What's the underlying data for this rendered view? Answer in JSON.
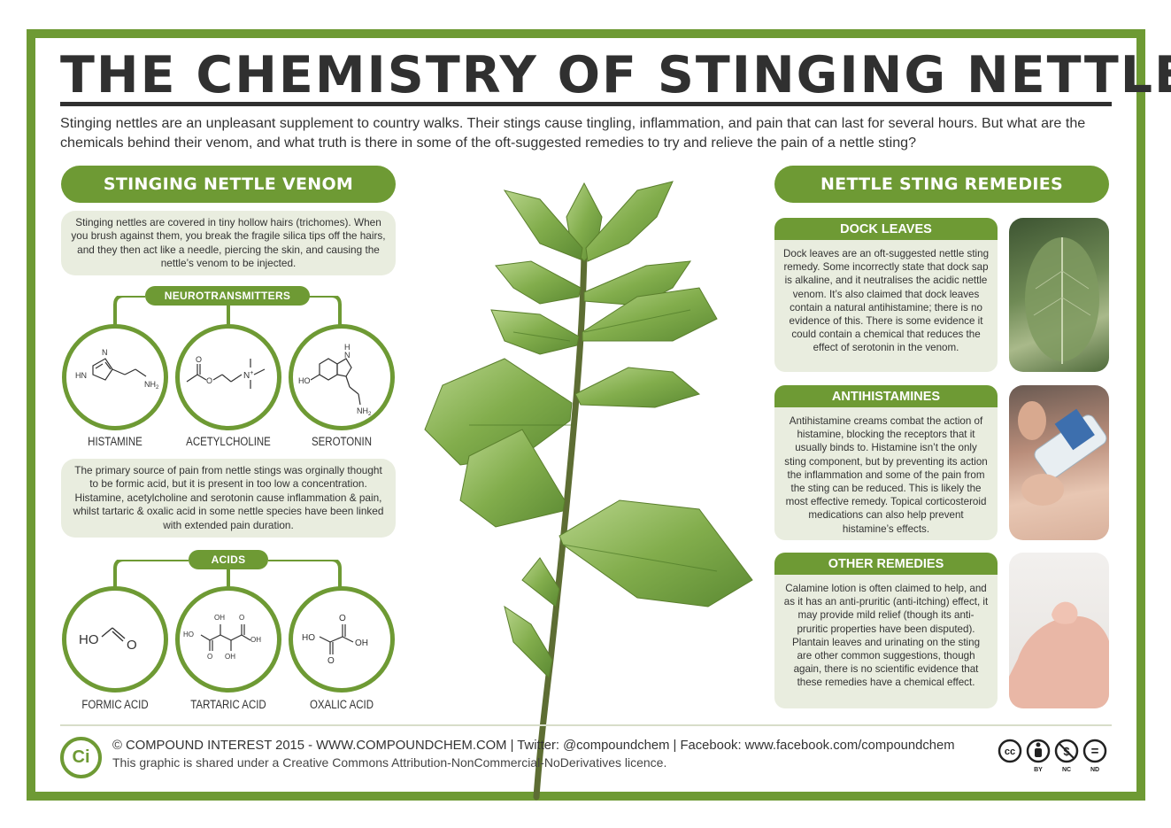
{
  "title": "THE CHEMISTRY OF STINGING NETTLES",
  "intro": "Stinging nettles are an unpleasant supplement to country walks. Their stings cause tingling, inflammation, and pain that can last for several hours. But what are the chemicals behind their venom, and what truth is there in some of the oft-suggested remedies to try and relieve the pain of a nettle sting?",
  "venom": {
    "header": "STINGING NETTLE VENOM",
    "box1": "Stinging nettles are covered in tiny hollow hairs (trichomes). When you brush against them, you break the fragile silica tips off the hairs, and they then act like a needle, piercing the skin, and causing the nettle’s venom to be injected.",
    "neurotransmitters_label": "NEUROTRANSMITTERS",
    "neurotransmitters": [
      "HISTAMINE",
      "ACETYLCHOLINE",
      "SEROTONIN"
    ],
    "box2": "The primary source of pain from nettle stings was orginally thought to be formic acid, but it is present in too low a concentration. Histamine, acetylcholine and serotonin cause inflammation & pain, whilst tartaric & oxalic acid in some nettle species have been linked with extended pain duration.",
    "acids_label": "ACIDS",
    "acids": [
      "FORMIC ACID",
      "TARTARIC ACID",
      "OXALIC ACID"
    ],
    "mol_text": {
      "histamine_h": "H",
      "histamine_hn": "N",
      "histamine_n": "N",
      "histamine_nh2": "NH",
      "sub2": "2",
      "ach_o": "O",
      "ach_n": "N",
      "ach_plus": "+",
      "ser_ho": "HO",
      "ser_h": "H",
      "ser_n": "N",
      "ser_nh2": "NH",
      "formic_ho": "HO",
      "formic_o": "O",
      "tart_ho": "HO",
      "tart_oh": "OH",
      "tart_o": "O",
      "ox_ho": "HO",
      "ox_oh": "OH",
      "ox_o": "O"
    }
  },
  "remedies": {
    "header": "NETTLE STING REMEDIES",
    "cards": [
      {
        "title": "DOCK LEAVES",
        "body": "Dock leaves are an oft-suggested nettle sting remedy. Some incorrectly state that dock sap is alkaline, and it neutralises the acidic nettle venom. It’s also claimed that dock leaves contain a natural antihistamine; there is no evidence of this. There is some evidence it could contain a chemical that reduces the effect of serotonin in the venom."
      },
      {
        "title": "ANTIHISTAMINES",
        "body": "Antihistamine creams combat the action of histamine, blocking the receptors that it usually binds to. Histamine isn’t the only sting component, but by preventing its action the inflammation and some of the pain from the sting can be reduced. This is likely the most effective remedy. Topical corticosteroid medications can also help prevent histamine’s effects."
      },
      {
        "title": "OTHER REMEDIES",
        "body": "Calamine lotion is often claimed to help, and as it has an anti-pruritic (anti-itching) effect, it may provide mild relief (though its anti-pruritic properties have been disputed). Plantain leaves and urinating on the sting are other common suggestions, though again, there is no scientific evidence that these remedies have a chemical effect."
      }
    ]
  },
  "footer": {
    "logo": "Ci",
    "line1": "© COMPOUND INTEREST 2015 - WWW.COMPOUNDCHEM.COM | Twitter: @compoundchem | Facebook: www.facebook.com/compoundchem",
    "line2": "This graphic is shared under a Creative Commons Attribution-NonCommercial-NoDerivatives licence.",
    "cc": {
      "cc": "cc",
      "by": "BY",
      "nc": "NC",
      "nd": "ND",
      "nc_symbol": "$",
      "nd_symbol": "="
    }
  },
  "colors": {
    "accent": "#6e9a34",
    "panel": "#e9eddf",
    "text": "#333333"
  }
}
